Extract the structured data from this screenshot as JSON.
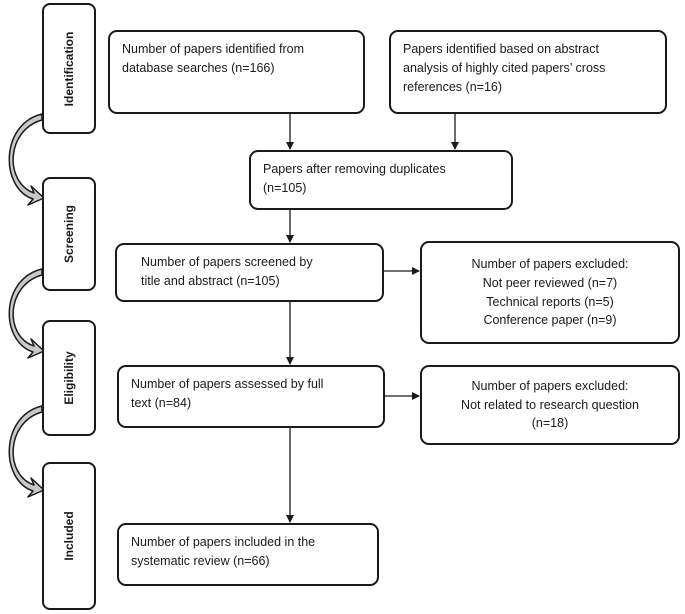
{
  "stages": {
    "identification": "Identification",
    "screening": "Screening",
    "eligibility": "Eligibility",
    "included": "Included"
  },
  "boxes": {
    "database_search": {
      "line1": "Number of papers identified from",
      "line2": "database searches (n=166)"
    },
    "cross_references": {
      "line1": "Papers identified based on abstract",
      "line2": "analysis of highly cited papers’ cross",
      "line3": "references (n=16)"
    },
    "after_duplicates": {
      "line1": "Papers after removing duplicates",
      "line2": "(n=105)"
    },
    "screened": {
      "line1": "Number of papers screened by",
      "line2": "title and abstract (n=105)"
    },
    "excluded_screening": {
      "line1": "Number of papers excluded:",
      "line2": "Not peer reviewed (n=7)",
      "line3": "Technical reports (n=5)",
      "line4": "Conference paper (n=9)"
    },
    "full_text": {
      "line1": "Number of papers assessed by full",
      "line2": "text (n=84)"
    },
    "excluded_eligibility": {
      "line1": "Number of papers excluded:",
      "line2": "Not related to research question",
      "line3": "(n=18)"
    },
    "included": {
      "line1": "Number of papers included in the",
      "line2": "systematic review (n=66)"
    }
  },
  "colors": {
    "border": "#1a1a1a",
    "curved_arrow_fill": "#c8c8c8"
  }
}
